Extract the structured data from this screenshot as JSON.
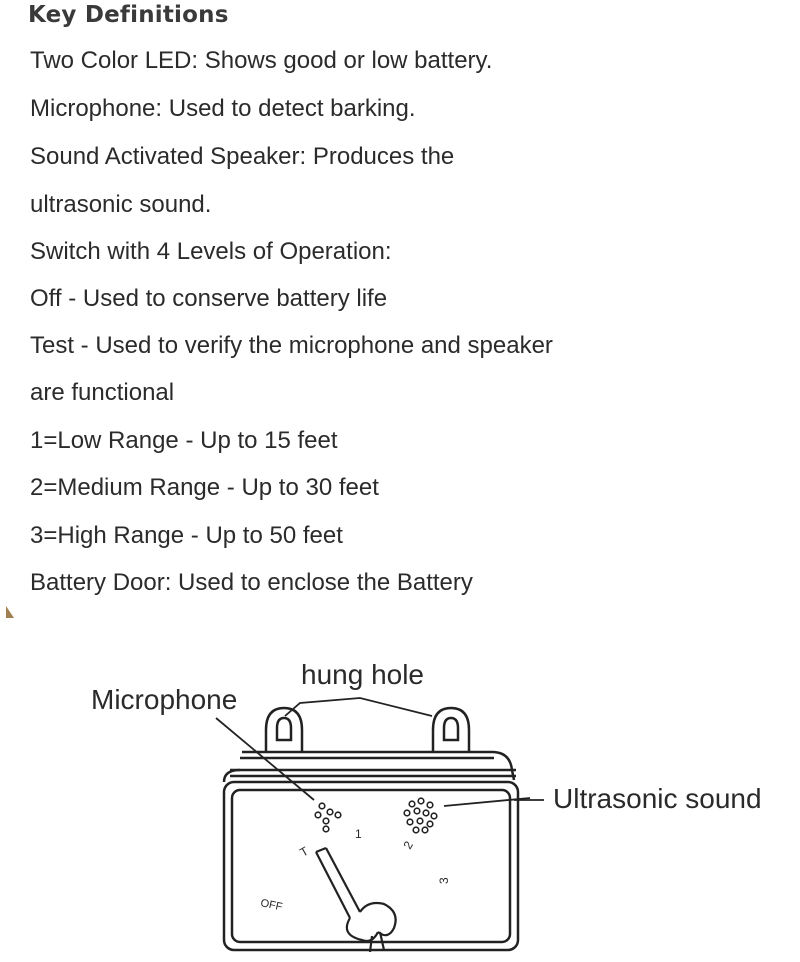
{
  "heading": "Key Definitions",
  "definitions": [
    "Two Color LED: Shows good or low battery.",
    "Microphone: Used to detect barking.",
    "Sound Activated Speaker: Produces the",
    "ultrasonic sound.",
    "Switch with 4 Levels of Operation:",
    "Off - Used to conserve battery life",
    "Test - Used to verify the microphone and speaker",
    "are functional",
    "1=Low Range - Up to 15 feet",
    "2=Medium Range - Up to 30 feet",
    "3=High Range - Up to 50 feet",
    "Battery Door: Used to enclose the Battery"
  ],
  "diagram": {
    "label_hung_hole": "hung hole",
    "label_microphone": "Microphone",
    "label_ultrasonic": "Ultrasonic sound",
    "switch_off": "OFF",
    "switch_1": "1",
    "switch_2": "2",
    "switch_3": "3",
    "switch_test": "T"
  }
}
